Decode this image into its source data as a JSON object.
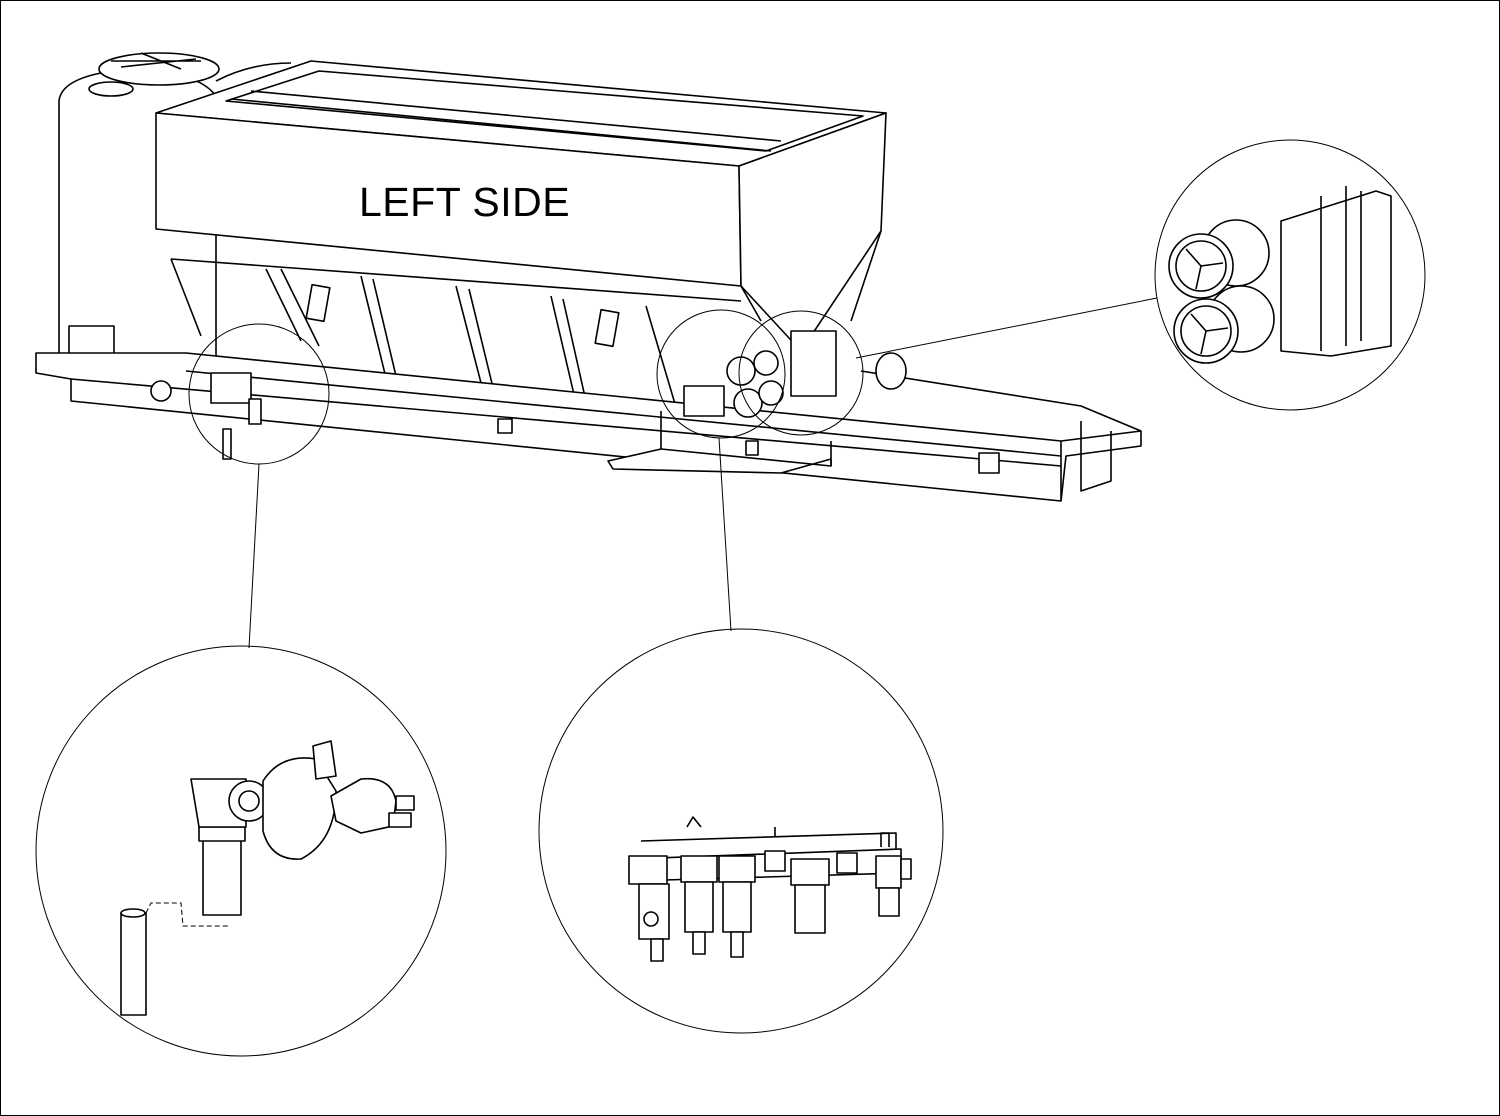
{
  "diagram": {
    "view_label": "LEFT SIDE",
    "line_color": "#000000",
    "background": "#ffffff",
    "detail_callouts": [
      {
        "name": "pump-filter-assembly"
      },
      {
        "name": "valve-manifold-assembly"
      },
      {
        "name": "handwheel-gauge-assembly"
      }
    ]
  }
}
